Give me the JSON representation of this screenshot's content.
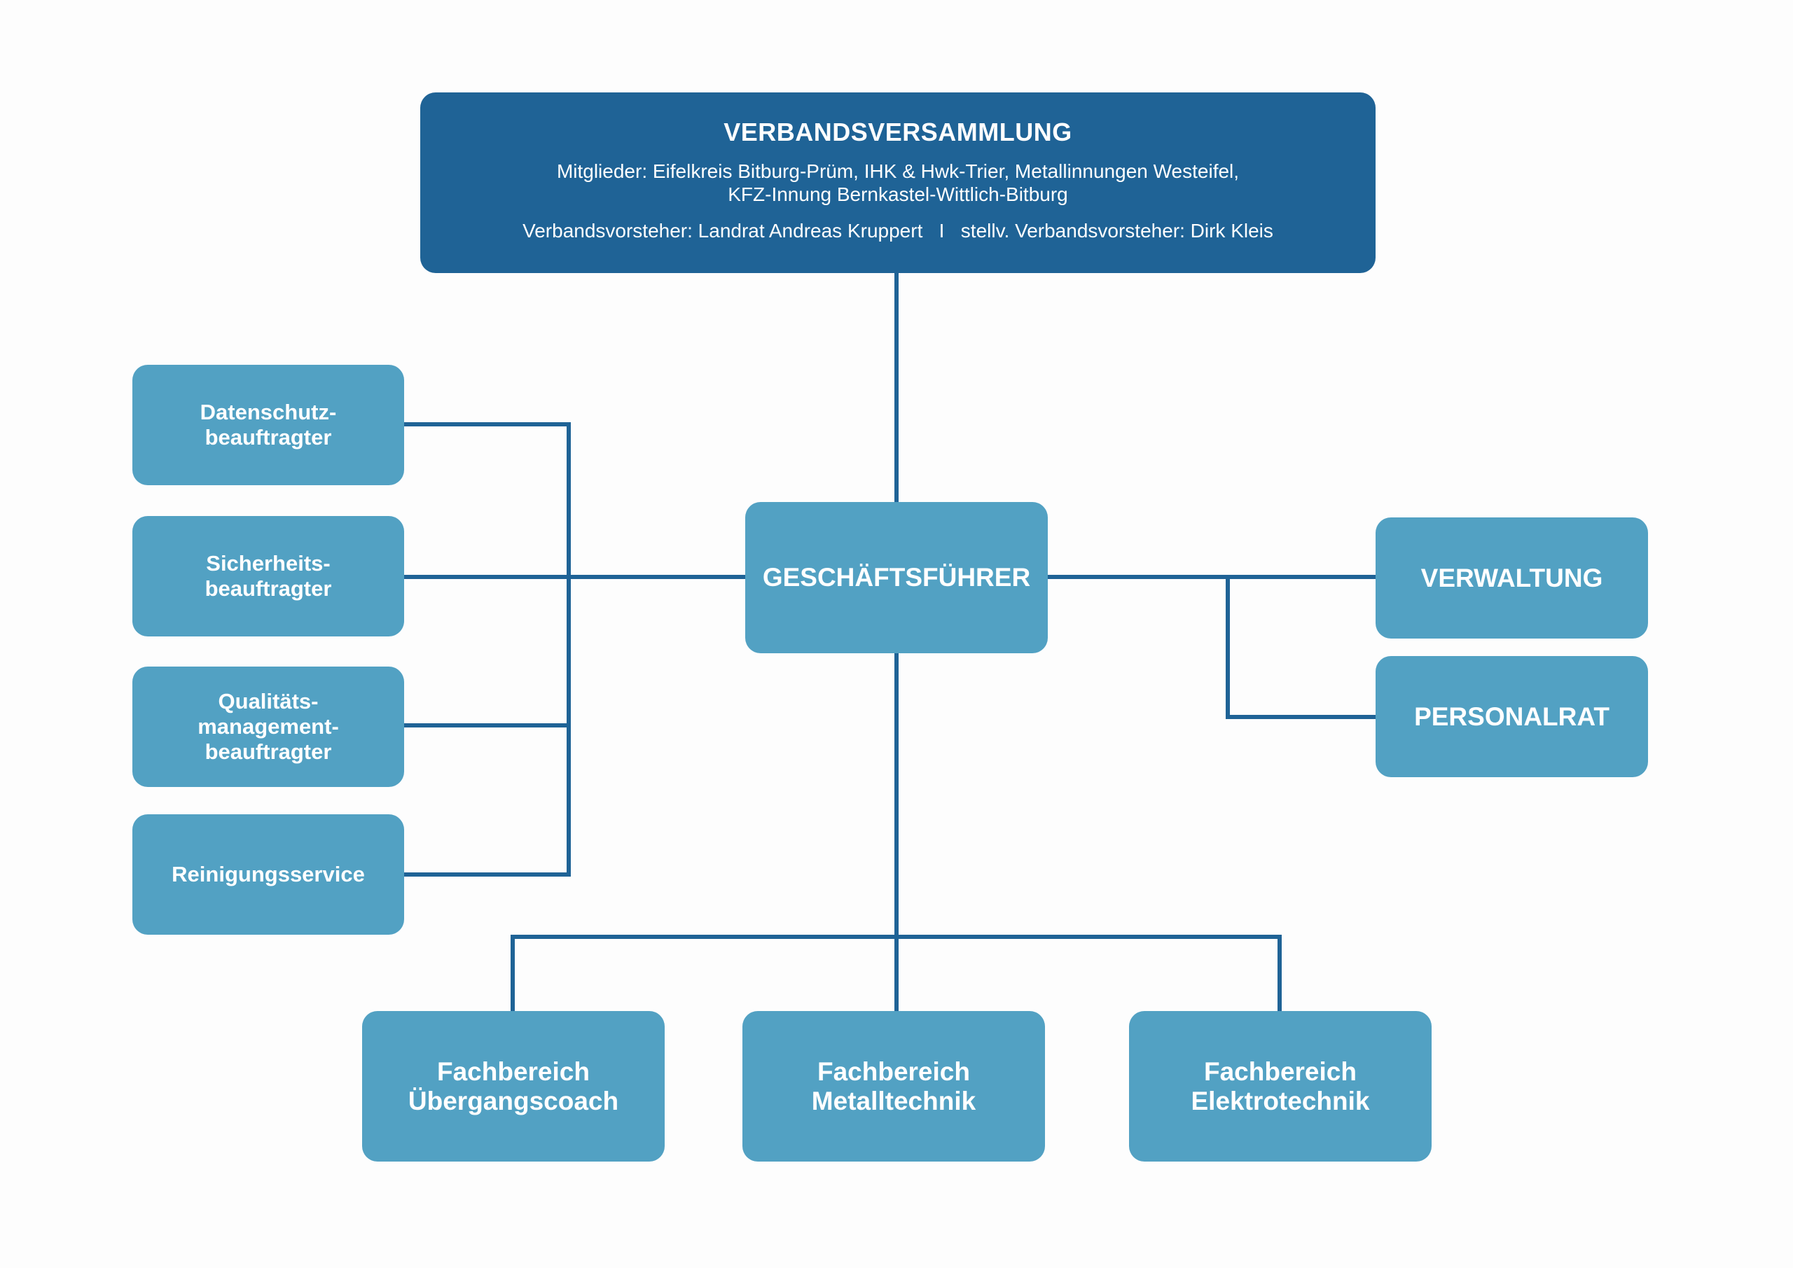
{
  "colors": {
    "dark_box": "#1f6396",
    "light_box": "#52a1c3",
    "connector": "#1f6396",
    "text": "#ffffff",
    "background": "#fdfdfd"
  },
  "assembly": {
    "title": "VERBANDSVERSAMMLUNG",
    "members_line1": "Mitglieder: Eifelkreis Bitburg-Prüm, IHK & Hwk-Trier, Metallinnungen Westeifel,",
    "members_line2": "KFZ-Innung Bernkastel-Wittlich-Bitburg",
    "leaders": "Verbandsvorsteher: Landrat Andreas Kruppert   I   stellv. Verbandsvorsteher: Dirk Kleis"
  },
  "managing_director": {
    "label": "GESCHÄFTSFÜHRER"
  },
  "staff_units": [
    {
      "lines": [
        "Datenschutz-",
        "beauftragter"
      ]
    },
    {
      "lines": [
        "Sicherheits-",
        "beauftragter"
      ]
    },
    {
      "lines": [
        "Qualitäts-",
        "management-",
        "beauftragter"
      ]
    },
    {
      "lines": [
        "Reinigungsservice"
      ]
    }
  ],
  "right_units": [
    {
      "label": "VERWALTUNG"
    },
    {
      "label": "PERSONALRAT"
    }
  ],
  "departments": [
    {
      "lines": [
        "Fachbereich",
        "Übergangscoach"
      ]
    },
    {
      "lines": [
        "Fachbereich",
        "Metalltechnik"
      ]
    },
    {
      "lines": [
        "Fachbereich",
        "Elektrotechnik"
      ]
    }
  ]
}
